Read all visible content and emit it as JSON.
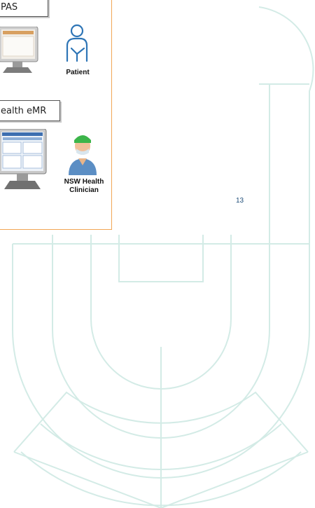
{
  "diagram": {
    "systems": [
      {
        "label": "PAS"
      },
      {
        "label": "ealth eMR"
      }
    ],
    "actors": [
      {
        "label": "Patient",
        "icon": "patient-icon"
      },
      {
        "label_line1": "NSW Health",
        "label_line2": "Clinician",
        "icon": "clinician-icon"
      }
    ]
  },
  "page": {
    "number": "13"
  },
  "colors": {
    "panel_border": "#f2a654",
    "background_lines": "#d3ebe6",
    "patient_icon": "#2e75b6",
    "page_number": "#1f4e79"
  }
}
